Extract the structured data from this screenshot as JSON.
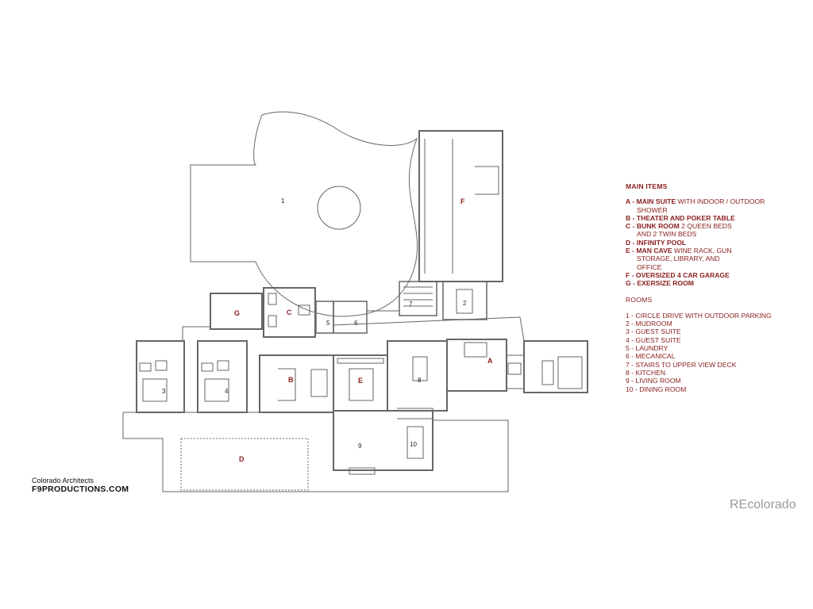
{
  "legend": {
    "main_header": "MAIN ITEMS",
    "items": [
      {
        "key": "A -",
        "name": "MAIN SUITE",
        "desc": "WITH INDOOR / OUTDOOR",
        "cont": [
          "SHOWER"
        ]
      },
      {
        "key": "B -",
        "name": "THEATER AND POKER TABLE",
        "desc": "",
        "cont": []
      },
      {
        "key": "C -",
        "name": "BUNK ROOM",
        "desc": "2 QUEEN BEDS",
        "cont": [
          "AND 2 TWIN BEDS"
        ]
      },
      {
        "key": "D -",
        "name": "INFINITY POOL",
        "desc": "",
        "cont": []
      },
      {
        "key": "E -",
        "name": "MAN CAVE",
        "desc": "WINE RACK, GUN",
        "cont": [
          "STORAGE, LIBRARY, AND",
          "OFFICE"
        ]
      },
      {
        "key": "F -",
        "name": "OVERSIZED 4 CAR GARAGE",
        "desc": "",
        "cont": []
      },
      {
        "key": "G -",
        "name": "EXERSIZE ROOM",
        "desc": "",
        "cont": []
      }
    ],
    "rooms_header": "ROOMS",
    "rooms": [
      "1 - CIRCLE DRIVE WITH OUTDOOR PARKING",
      "2 - MUDROOM",
      "3 - GUEST SUITE",
      "4 - GUEST SUITE",
      "5 - LAUNDRY",
      "6 - MECANICAL",
      "7 - STAIRS TO UPPER VIEW DECK",
      "8 - KITCHEN",
      "9 - LIVING ROOM",
      "10 - DINING ROOM"
    ]
  },
  "plan_labels": {
    "A": "A",
    "B": "B",
    "C": "C",
    "D": "D",
    "E": "E",
    "F": "F",
    "G": "G",
    "r1": "1",
    "r2": "2",
    "r3": "3",
    "r4": "4",
    "r5": "5",
    "r6": "6",
    "r7": "7",
    "r8": "8",
    "r9": "9",
    "r10": "10"
  },
  "credit": {
    "line1": "Colorado Architects",
    "line2": "F9PRODUCTIONS.COM"
  },
  "watermark": "REcolorado",
  "colors": {
    "label_red": "#8b1d1d",
    "wall": "#555555",
    "watermark_gray": "#9a9a9a"
  }
}
